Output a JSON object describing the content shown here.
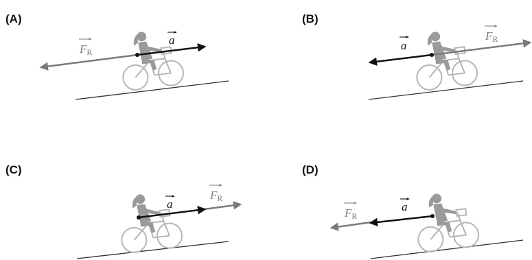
{
  "panels": [
    {
      "id": "A",
      "label": "(A)",
      "fr_direction": "downhill",
      "fr_length": "long",
      "a_direction": "uphill"
    },
    {
      "id": "B",
      "label": "(B)",
      "fr_direction": "uphill",
      "fr_length": "long",
      "a_direction": "downhill"
    },
    {
      "id": "C",
      "label": "(C)",
      "fr_direction": "uphill",
      "fr_length": "short",
      "a_direction": "uphill"
    },
    {
      "id": "D",
      "label": "(D)",
      "fr_direction": "downhill",
      "fr_length": "short",
      "a_direction": "downhill"
    }
  ],
  "vectors": {
    "acceleration": {
      "symbol": "a",
      "color": "#111111"
    },
    "resultant_force": {
      "symbol": "F",
      "subscript": "R",
      "color": "#7a7a7a"
    }
  },
  "colors": {
    "rider": "#9a9a9a",
    "bicycle": "#b5b5b5",
    "slope": "#333333"
  }
}
